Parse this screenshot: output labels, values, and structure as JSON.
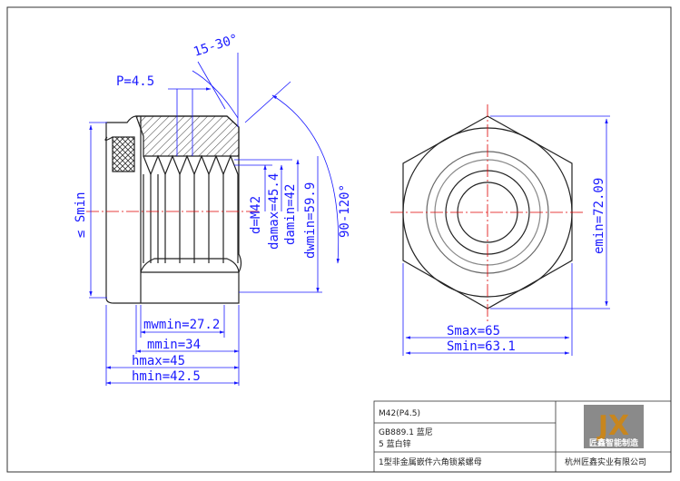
{
  "drawing": {
    "dims": {
      "angle_chamfer": "15-30°",
      "pitch": "P=4.5",
      "s_min_side": "≤ Smin",
      "angle_bearing": "90-120°",
      "d": "d=M42",
      "da_max": "damax=45.4",
      "da_min": "damin=42",
      "dw_min": "dwmin=59.9",
      "mw_min": "mwmin=27.2",
      "m_min": "mmin=34",
      "h_max": "hmax=45",
      "h_min": "hmin=42.5",
      "e_min": "emin=72.09",
      "s_max": "Smax=65",
      "s_min": "Smin=63.1"
    }
  },
  "title_block": {
    "spec": "M42(P4.5)",
    "standard_line1": "GB889.1 蓝尼",
    "standard_line2": "5 蓝白锌",
    "part_name": "1型非金属嵌件六角锁紧螺母",
    "company": "杭州匠鑫实业有限公司",
    "logo_letters": "JX",
    "logo_caption": "匠鑫智能制造"
  },
  "colors": {
    "dimension": "#1a1aff",
    "centerline": "#e00000",
    "outline": "#222222",
    "logo_bg": "#8a8a8a",
    "logo_accent": "#c8861e"
  }
}
